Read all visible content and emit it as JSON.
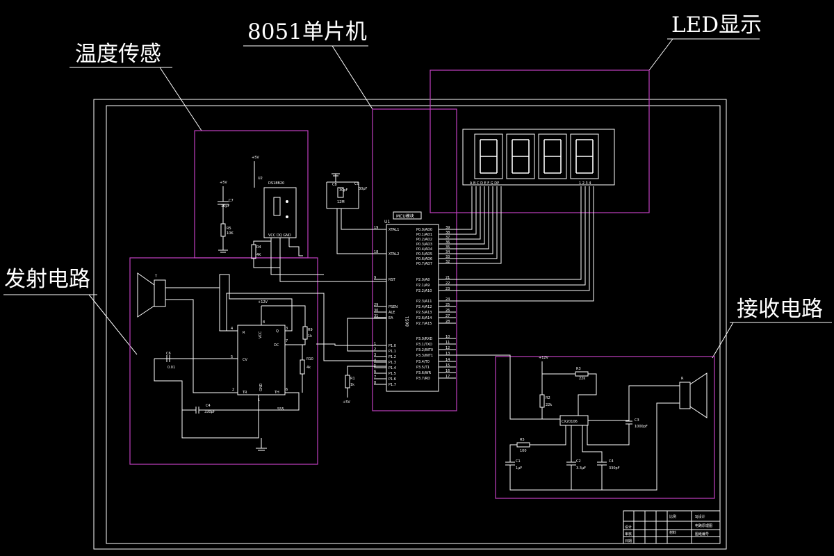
{
  "callouts": {
    "temp_sensing": "温度传感",
    "mcu": "8051单片机",
    "led_display": "LED显示",
    "transmit": "发射电路",
    "receive": "接收电路"
  },
  "mcu_block": {
    "ref": "U1",
    "chip_label": "MCU模块",
    "side_label": "8051",
    "left_pins": [
      {
        "num": "19",
        "name": "XTAL1"
      },
      {
        "num": "18",
        "name": "XTAL2"
      },
      {
        "num": "9",
        "name": "RST"
      },
      {
        "num": "29",
        "name": "PSEN"
      },
      {
        "num": "30",
        "name": "ALE"
      },
      {
        "num": "31",
        "name": "EA"
      },
      {
        "num": "1",
        "name": "P1.0"
      },
      {
        "num": "2",
        "name": "P1.1"
      },
      {
        "num": "3",
        "name": "P1.2"
      },
      {
        "num": "4",
        "name": "P1.3"
      },
      {
        "num": "5",
        "name": "P1.4"
      },
      {
        "num": "6",
        "name": "P1.5"
      },
      {
        "num": "7",
        "name": "P1.6"
      },
      {
        "num": "8",
        "name": "P1.7"
      }
    ],
    "right_pins": [
      {
        "num": "39",
        "name": "P0.0/AD0"
      },
      {
        "num": "38",
        "name": "P0.1/AD1"
      },
      {
        "num": "37",
        "name": "P0.2/AD2"
      },
      {
        "num": "36",
        "name": "P0.3/AD3"
      },
      {
        "num": "35",
        "name": "P0.4/AD4"
      },
      {
        "num": "34",
        "name": "P0.5/AD5"
      },
      {
        "num": "33",
        "name": "P0.6/AD6"
      },
      {
        "num": "32",
        "name": "P0.7/AD7"
      },
      {
        "num": "21",
        "name": "P2.0/A8"
      },
      {
        "num": "22",
        "name": "P2.1/A9"
      },
      {
        "num": "23",
        "name": "P2.2/A10"
      },
      {
        "num": "24",
        "name": "P2.3/A11"
      },
      {
        "num": "25",
        "name": "P2.4/A12"
      },
      {
        "num": "26",
        "name": "P2.5/A13"
      },
      {
        "num": "27",
        "name": "P2.6/A14"
      },
      {
        "num": "28",
        "name": "P2.7/A15"
      },
      {
        "num": "10",
        "name": "P3.0/RXD"
      },
      {
        "num": "11",
        "name": "P3.1/TXD"
      },
      {
        "num": "12",
        "name": "P3.2/INT0"
      },
      {
        "num": "13",
        "name": "P3.3/INT1"
      },
      {
        "num": "14",
        "name": "P3.4/T0"
      },
      {
        "num": "15",
        "name": "P3.5/T1"
      },
      {
        "num": "16",
        "name": "P3.6/WR"
      },
      {
        "num": "17",
        "name": "P3.7/RD"
      }
    ]
  },
  "led": {
    "digits": "8888",
    "seg_labels": "A B C D E F G DP",
    "digit_labels": "1 2 3 4"
  },
  "sensor": {
    "ref": "U2",
    "part": "DS18B20",
    "vcc": "+5V",
    "cap": "C7",
    "cap_val": "10μF",
    "r5": "R5",
    "r5_val": "10K",
    "r4": "R4",
    "r4_val": "4K",
    "pins": "VCC DQ GND"
  },
  "crystal": {
    "c1": "C8",
    "c2": "C9",
    "c1_val": "30pF",
    "c2_val": "30pF",
    "xtal": "12M"
  },
  "transmitter": {
    "speaker": "T",
    "vcc": "+12V",
    "ic": "555",
    "pin_r": "R",
    "pin_vcc": "VCC",
    "pin_q": "Q",
    "pin_dc": "DC",
    "pin_cv": "CV",
    "pin_tr": "TR",
    "pin_gnd": "GND",
    "pin_th": "TH",
    "c6": "C6",
    "c6_val": "0.01",
    "c4": "C4",
    "c4_val": "330pF",
    "r9": "R9",
    "r9_val": "1k",
    "r10": "R10",
    "r10_val": "4k",
    "r11": "R1",
    "r11_val": "1k",
    "pin4": "4",
    "pin8": "8",
    "pin3": "3",
    "pin7": "7",
    "pin5": "5",
    "pin2": "2",
    "pin1": "1",
    "pin6": "6",
    "vcc2": "+5V"
  },
  "receiver": {
    "speaker": "R",
    "vcc": "+12V",
    "ic": "CX20106",
    "r2": "R2",
    "r2_val": "22k",
    "r3": "R3",
    "r3_val": "22k",
    "rx": "R5",
    "rx_val": "100",
    "c1": "C1",
    "c1_val": "1μF",
    "c2": "C2",
    "c2_val": "3.3μF",
    "c4": "C4",
    "c4_val": "330pF",
    "c3": "C3",
    "c3_val": "1000pF"
  },
  "title_block": {
    "r1": "设计",
    "r2": "审核",
    "r3": "日期",
    "c1": "比例",
    "c2": "材料",
    "drawing_no": "SJ设计",
    "name": "电路原理图",
    "school": "图纸编号"
  },
  "colors": {
    "background": "#000000",
    "line": "#ffffff",
    "callout_box": "#c040c0"
  }
}
